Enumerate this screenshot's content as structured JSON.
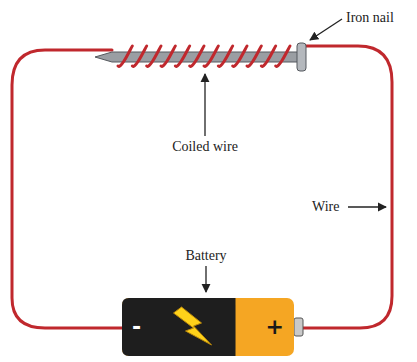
{
  "diagram": {
    "nodes": [
      {
        "text": [
          "-",
          "+"
        ]
      }
    ],
    "labels": [
      "Iron nail",
      "Coiled wire",
      "Wire",
      "Battery"
    ]
  }
}
